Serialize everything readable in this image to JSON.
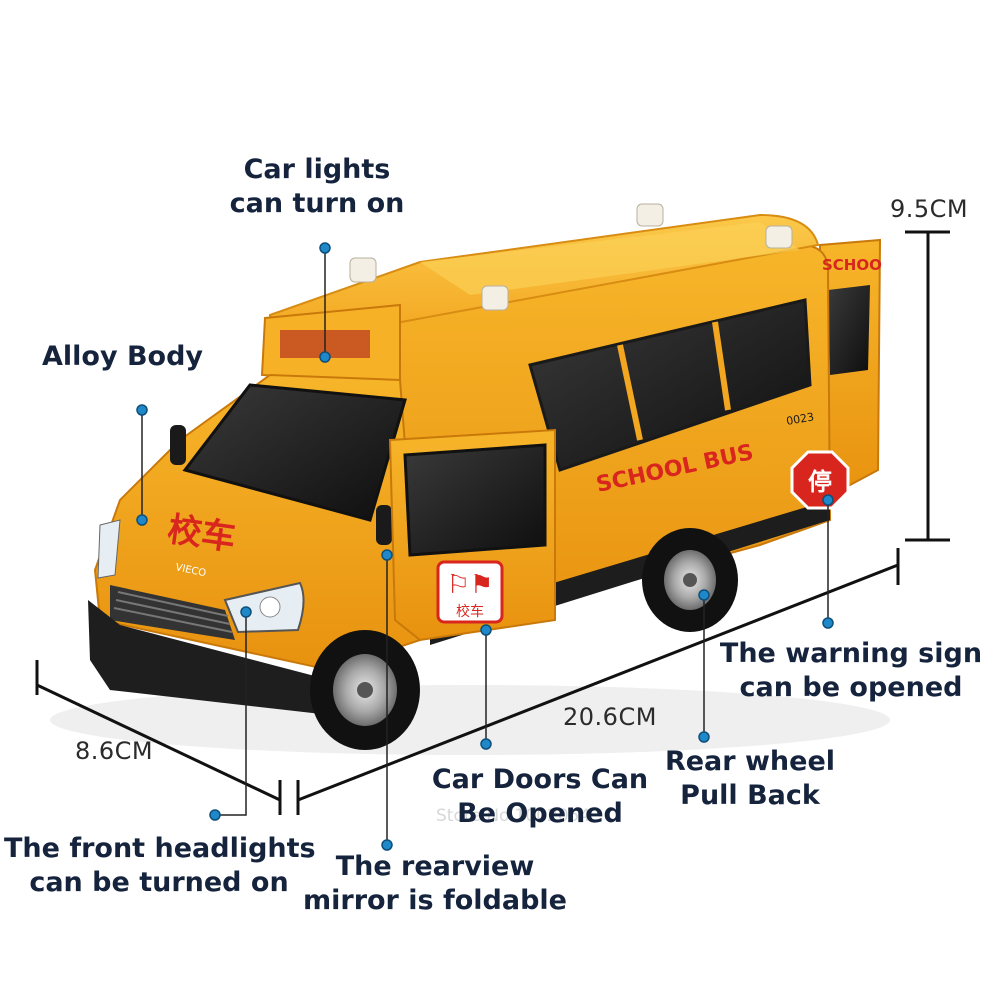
{
  "callouts": {
    "car_lights": [
      "Car lights",
      "can turn on"
    ],
    "alloy_body": [
      "Alloy Body"
    ],
    "warning_sign": [
      "The warning sign",
      "can be opened"
    ],
    "rear_wheel": [
      "Rear wheel",
      "Pull Back"
    ],
    "car_doors": [
      "Car Doors Can",
      "Be Opened"
    ],
    "headlights": [
      "The front headlights",
      "can be turned on"
    ],
    "rearview": [
      "The rearview",
      "mirror is foldable"
    ]
  },
  "dimensions": {
    "height": "9.5CM",
    "length": "20.6CM",
    "width": "8.6CM"
  },
  "bus_text": {
    "side": "SCHOOL BUS",
    "back": "SCHOO",
    "number": "0023",
    "brand": "VIECO",
    "hood_chinese": "校车",
    "door_label": "校车",
    "stop_sign": "停"
  },
  "watermark": "Store No.1002054",
  "colors": {
    "bus_yellow": "#f5a51c",
    "text_red": "#d8261f",
    "callout_text": "#15233d",
    "dot_blue": "#1e88c9"
  }
}
